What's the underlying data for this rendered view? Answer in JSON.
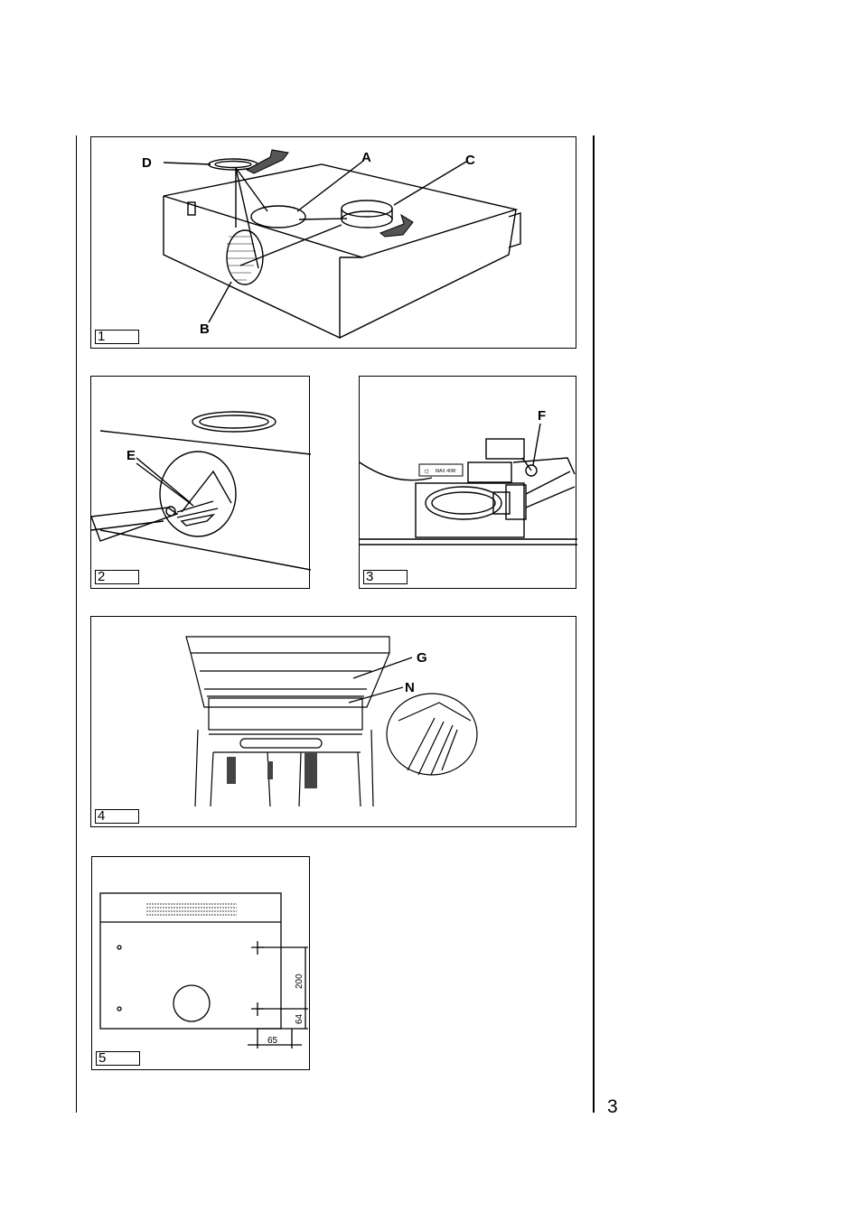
{
  "figures": [
    {
      "number": "1",
      "labels": {
        "a": "A",
        "b": "B",
        "c": "C",
        "d": "D"
      }
    },
    {
      "number": "2",
      "labels": {
        "e": "E"
      }
    },
    {
      "number": "3",
      "labels": {
        "f": "F",
        "max": "MAX 40W"
      }
    },
    {
      "number": "4",
      "labels": {
        "g": "G",
        "n": "N"
      }
    },
    {
      "number": "5",
      "dimensions": {
        "d200": "200",
        "d64": "64",
        "d65": "65"
      }
    }
  ],
  "page_number": "3"
}
